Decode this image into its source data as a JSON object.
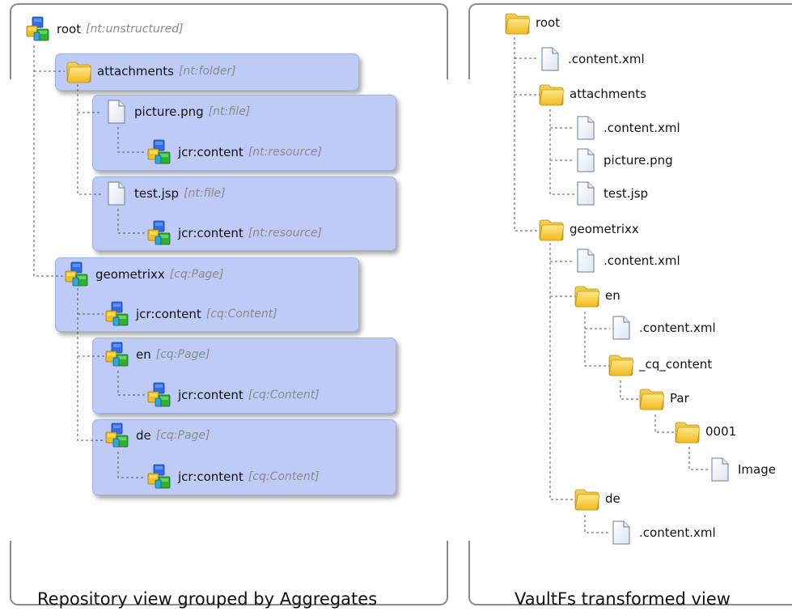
{
  "left_panel": {
    "caption": "Repository view grouped by Aggregates",
    "nodes": [
      {
        "name": "root",
        "type": "[nt:unstructured]"
      },
      {
        "name": "attachments",
        "type": "[nt:folder]"
      },
      {
        "name": "picture.png",
        "type": "[nt:file]"
      },
      {
        "name": "jcr:content",
        "type": "[nt:resource]"
      },
      {
        "name": "test.jsp",
        "type": "[nt:file]"
      },
      {
        "name": "jcr:content",
        "type": "[nt:resource]"
      },
      {
        "name": "geometrixx",
        "type": "[cq:Page]"
      },
      {
        "name": "jcr:content",
        "type": "[cq:Content]"
      },
      {
        "name": "en",
        "type": "[cq:Page]"
      },
      {
        "name": "jcr:content",
        "type": "[cq:Content]"
      },
      {
        "name": "de",
        "type": "[cq:Page]"
      },
      {
        "name": "jcr:content",
        "type": "[cq:Content]"
      }
    ]
  },
  "right_panel": {
    "caption": "VaultFs transformed view",
    "nodes": [
      {
        "name": "root"
      },
      {
        "name": ".content.xml"
      },
      {
        "name": "attachments"
      },
      {
        "name": ".content.xml"
      },
      {
        "name": "picture.png"
      },
      {
        "name": "test.jsp"
      },
      {
        "name": "geometrixx"
      },
      {
        "name": ".content.xml"
      },
      {
        "name": "en"
      },
      {
        "name": ".content.xml"
      },
      {
        "name": "_cq_content"
      },
      {
        "name": "Par"
      },
      {
        "name": "0001"
      },
      {
        "name": "Image"
      },
      {
        "name": "de"
      },
      {
        "name": ".content.xml"
      }
    ]
  }
}
